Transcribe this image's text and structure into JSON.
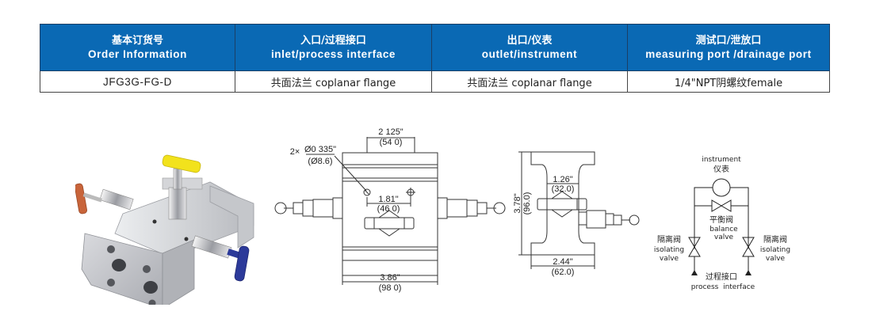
{
  "table": {
    "headers": [
      {
        "zh": "基本订货号",
        "en": "Order Information"
      },
      {
        "zh": "入口/过程接口",
        "en": "inlet/process interface"
      },
      {
        "zh": "出口/仪表",
        "en": "outlet/instrument"
      },
      {
        "zh": "测试口/泄放口",
        "en": "measuring port /drainage port"
      }
    ],
    "row": [
      "JFG3G-FG-D",
      "共面法兰 coplanar flange",
      "共面法兰 coplanar flange",
      "1/4\"NPT阴螺纹female"
    ]
  },
  "front_view": {
    "top_width": "2 125\"",
    "top_width_mm": "(54 0)",
    "hole_count": "2×",
    "hole_dia": "Ø0 335\"",
    "hole_dia_mm": "(Ø8.6)",
    "hole_spacing": "1.81\"",
    "hole_spacing_mm": "(46 0)",
    "body_width": "3.86\"",
    "body_width_mm": "(98 0)"
  },
  "side_view": {
    "height": "3.78\"",
    "height_mm": "(96.0)",
    "neck_width": "1.26\"",
    "neck_width_mm": "(32.0)",
    "base_width": "2.44\"",
    "base_width_mm": "(62.0)"
  },
  "schematic": {
    "instrument_en": "instrument",
    "instrument_zh": "仪表",
    "balance_zh": "平衡阀",
    "balance_en1": "balance",
    "balance_en2": "valve",
    "isolating_left_zh": "隔离阀",
    "isolating_left_en1": "isolating",
    "isolating_left_en2": "valve",
    "isolating_right_zh": "隔离阀",
    "isolating_right_en1": "isolating",
    "isolating_right_en2": "valve",
    "process_zh": "过程接口",
    "process_en": "process  interface"
  },
  "colors": {
    "header_bg": "#0a69b4",
    "handle_yellow": "#f2e21c",
    "handle_orange": "#c8643a",
    "handle_blue": "#2c3a9a"
  }
}
